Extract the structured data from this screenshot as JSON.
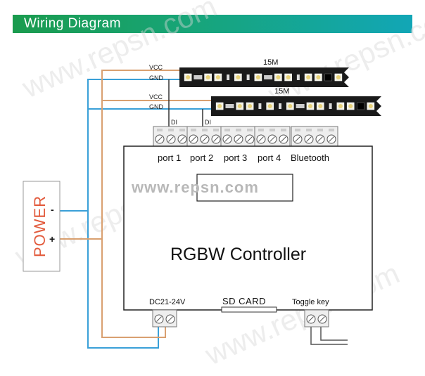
{
  "header": {
    "title": "Wiring Diagram"
  },
  "watermark": {
    "text": "www.repsn.com"
  },
  "power": {
    "label": "POWER",
    "minus": "-",
    "plus": "+"
  },
  "strip1": {
    "length": "15M",
    "vcc": "VCC",
    "gnd": "GND",
    "di": "DI"
  },
  "strip2": {
    "length": "15M",
    "vcc": "VCC",
    "gnd": "GND",
    "di": "DI"
  },
  "controller": {
    "title": "RGBW Controller",
    "display_text": "www.repsn.com",
    "ports": [
      "port 1",
      "port 2",
      "port 3",
      "port 4",
      "Bluetooth"
    ],
    "dc_label": "DC21-24V",
    "sd_label": "SD CARD",
    "toggle_label": "Toggle key"
  },
  "colors": {
    "positive_wire": "#d9a070",
    "negative_wire": "#3aa0d8",
    "data_wire": "#333333",
    "strip_body": "#1a1a1a",
    "power_text": "#e25a3c"
  }
}
